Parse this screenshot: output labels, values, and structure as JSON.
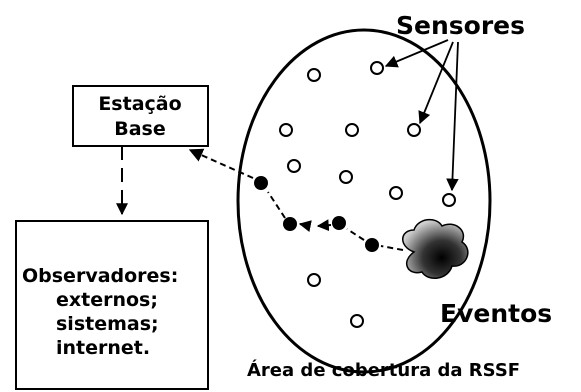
{
  "diagram": {
    "base_station": {
      "line1": "Estação",
      "line2": "Base"
    },
    "observers": {
      "title": "Observadores:",
      "items": [
        "externos;",
        "sistemas;",
        "internet."
      ]
    },
    "sensors_label": "Sensores",
    "events_label": "Eventos",
    "coverage_label": "Área de cobertura da RSSF"
  }
}
